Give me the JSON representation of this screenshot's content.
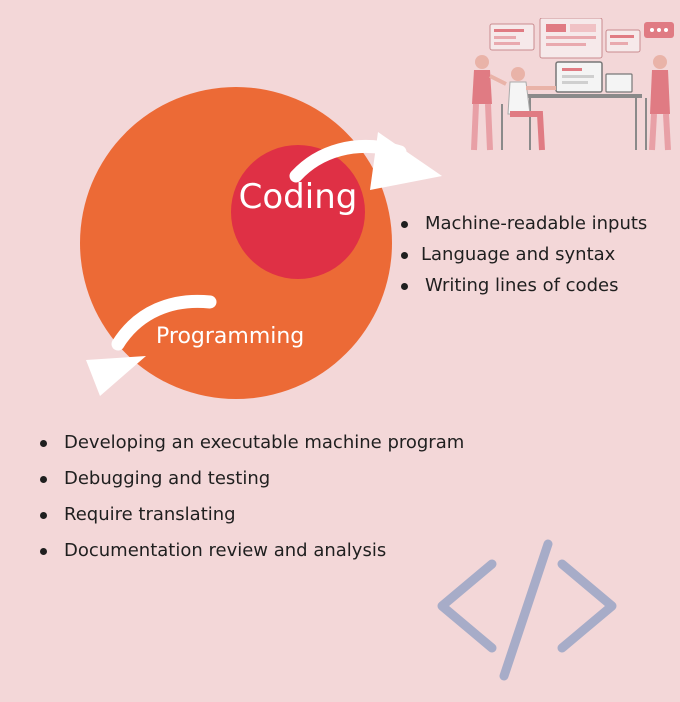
{
  "diagram": {
    "inner_label": "Coding",
    "outer_label": "Programming",
    "coding_points": [
      "Machine-readable inputs",
      "Language and syntax",
      "Writing lines of codes"
    ],
    "programming_points": [
      "Developing an executable machine program",
      "Debugging and testing",
      "Require translating",
      "Documentation review and analysis"
    ]
  },
  "colors": {
    "background": "#f3d7d8",
    "outer_circle": "#ec6a36",
    "inner_circle": "#df3045",
    "code_icon": "#a7acc8"
  },
  "icons": {
    "illustration": "developers-at-workstation-icon",
    "code": "code-tag-icon"
  }
}
